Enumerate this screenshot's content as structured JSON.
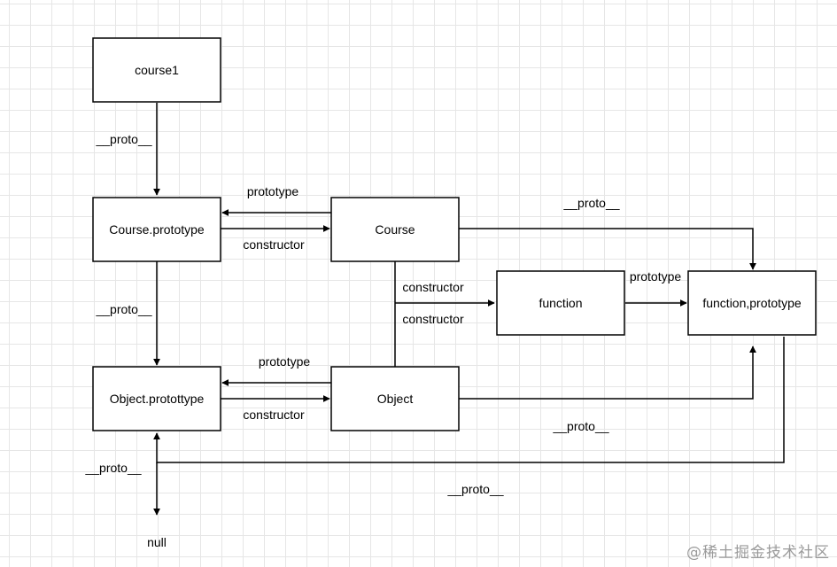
{
  "nodes": {
    "course1": "course1",
    "course_prototype": "Course.prototype",
    "course": "Course",
    "function": "function",
    "function_prototype": "function,prototype",
    "object_prototype": "Object.protottype",
    "object": "Object"
  },
  "edge_labels": {
    "course1_proto": "__proto__",
    "course_prototype_to_ctor": "prototype",
    "course_ctor_from_proto": "constructor",
    "course_proto_to_fnproto": "__proto__",
    "course_constructor_function": "constructor",
    "object_constructor_function": "constructor",
    "function_prototype": "prototype",
    "course_prototype_proto": "__proto__",
    "object_prototype_to_ctor": "prototype",
    "object_ctor_from_proto": "constructor",
    "object_proto_to_fnproto": "__proto__",
    "object_prototype_proto": "__proto__",
    "fnproto_proto_to_objproto": "__proto__"
  },
  "terminal": {
    "null": "null"
  },
  "watermark": "@稀土掘金技术社区"
}
